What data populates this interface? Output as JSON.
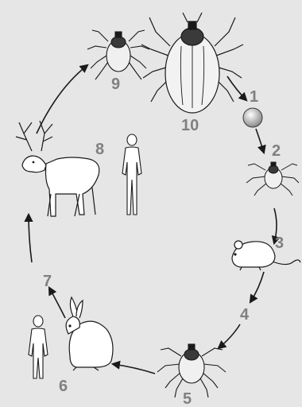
{
  "labels": {
    "s1": "1",
    "s2": "2",
    "s3": "3",
    "s4": "4",
    "s5": "5",
    "s6": "6",
    "s7": "7",
    "s8": "8",
    "s9": "9",
    "s10": "10"
  },
  "colors": {
    "background": "#e6e6e6",
    "label": "#808080",
    "ink": "#1a1a1a",
    "fill_light": "#ffffff",
    "fill_dark": "#5c5c5c"
  }
}
